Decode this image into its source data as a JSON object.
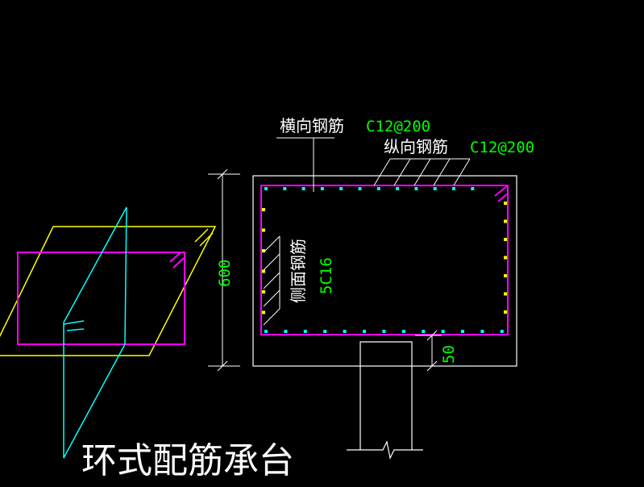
{
  "drawing": {
    "title": "环式配筋承台",
    "colors": {
      "background": "#000000",
      "white": "#ffffff",
      "magenta": "#ff00ff",
      "cyan": "#00ffff",
      "yellow": "#ffff00",
      "green": "#00ff00"
    }
  },
  "annotations": {
    "transverse_label": "横向钢筋",
    "transverse_spec": "C12@200",
    "longitudinal_label": "纵向钢筋",
    "longitudinal_spec": "C12@200",
    "side_label": "侧面钢筋",
    "side_spec": "5C16",
    "height_dim": "600",
    "cover_dim": "50"
  }
}
